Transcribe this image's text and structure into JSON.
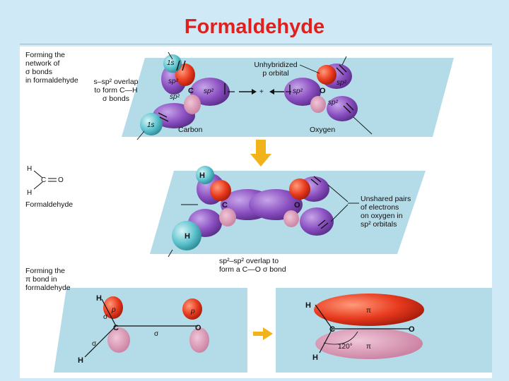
{
  "title": "Formaldehyde",
  "labels": {
    "forming_network": "Forming the\nnetwork of\nσ bonds\nin formaldehyde",
    "s_sp2_overlap": "s–sp² overlap\nto form C—H\nσ bonds",
    "unhybridized": "Unhybridized\np orbital",
    "carbon": "Carbon",
    "oxygen": "Oxygen",
    "formaldehyde": "Formaldehyde",
    "unshared_pairs": "Unshared pairs\nof electrons\non oxygen in\nsp² orbitals",
    "sp2_sp2_overlap": "sp²–sp² overlap to\nform a C—O σ bond",
    "forming_pi": "Forming the\nπ bond in\nformaldehyde"
  },
  "orbital_labels": {
    "s1": "1s",
    "sp2": "sp²",
    "c": "C",
    "o": "O",
    "h": "H",
    "p": "p",
    "sigma": "σ",
    "pi": "π",
    "angle": "120°",
    "plus": "+"
  },
  "colors": {
    "title": "#e0201c",
    "background": "#cfe9f6",
    "plane": "#b4dbe8",
    "purple": "#8a4fc0",
    "red": "#e83a1e",
    "cyan": "#5fc4cf",
    "pink": "#d99ab8",
    "arrow": "#f2b21a"
  }
}
